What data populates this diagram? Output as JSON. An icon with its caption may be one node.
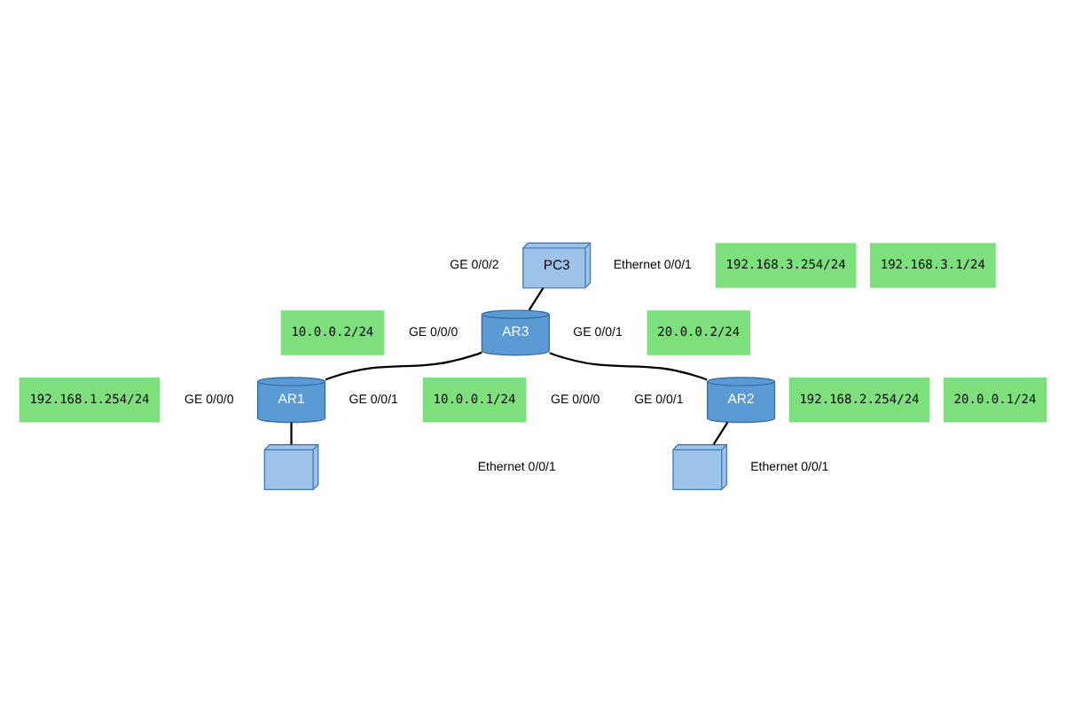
{
  "diagram": {
    "nodes": [
      {
        "text": [
          "PC3"
        ]
      },
      {
        "text": [
          "AR3"
        ]
      },
      {
        "text": [
          "AR1"
        ]
      },
      {
        "text": [
          "AR2"
        ]
      },
      {
        "text": [],
        "shape": "picture"
      },
      {
        "text": [],
        "shape": "picture"
      }
    ],
    "edges": [
      {
        "from": 0,
        "to": 1,
        "arrow": "none"
      },
      {
        "from": 1,
        "to": 2,
        "arrow": "none"
      },
      {
        "from": 1,
        "to": 3,
        "arrow": "none"
      },
      {
        "from": 2,
        "to": 4,
        "arrow": "none"
      },
      {
        "from": 3,
        "to": 5,
        "arrow": "none"
      }
    ],
    "labels": [
      "192.168.3.1/24",
      "Ethernet 0/0/1",
      "192.168.3.254/24",
      "GE 0/0/2",
      "10.0.0.2/24",
      "20.0.0.2/24",
      "GE 0/0/0",
      "GE 0/0/1",
      "10.0.0.1/24",
      "GE 0/0/1",
      "20.0.0.1/24",
      "GE 0/0/0",
      "192.168.1.254/24",
      "GE 0/0/0",
      "GE 0/0/1",
      "192.168.2.254/24",
      "Ethernet 0/0/1",
      "Ethernet 0/0/1"
    ]
  }
}
